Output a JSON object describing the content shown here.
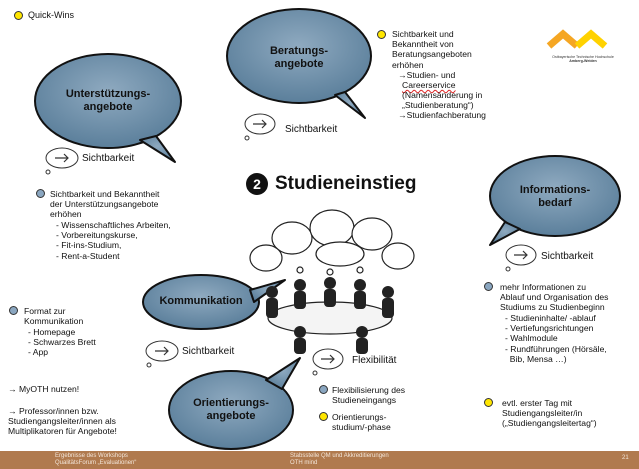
{
  "title": {
    "number": "2",
    "text": "Studieneinstieg"
  },
  "logo": {
    "line1": "Ostbayerische Technische Hochschule",
    "line2": "Amberg-Weiden"
  },
  "bubbles": {
    "beratung": "Beratungs-\nangebote",
    "unterstuetzung": "Unterstützungs-\nangebote",
    "information": "Informations-\nbedarf",
    "kommunikation": "Kommunikation",
    "orientierung": "Orientierungs-\nangebote"
  },
  "sichtbarkeit_label": "Sichtbarkeit",
  "flexibilitaet_label": "Flexibilität",
  "notes": {
    "quickwins": "Quick-Wins",
    "beratung_text": "Sichtbarkeit und\nBekanntheit von\nBeratungsangeboten\nerhöhen",
    "beratung_sub1": "→Studien- und",
    "beratung_sub2": "Careerservice",
    "beratung_sub3": "(Namensänderung in\n„Studienberatung“)",
    "beratung_sub4": "→Studienfachberatung",
    "unterstuetzung_text": "Sichtbarkeit und Bekanntheit\nder Unterstützungsangebote\nerhöhen",
    "unterstuetzung_items": [
      "- Wissenschaftliches Arbeiten,",
      "- Vorbereitungskurse,",
      "- Fit-ins-Studium,",
      "- Rent-a-Student"
    ],
    "kommunikation_text": "Format zur\nKommunikation",
    "kommunikation_items": [
      "- Homepage",
      "- Schwarzes Brett",
      "- App"
    ],
    "myoth": "→ MyOTH nutzen!",
    "professor": "→ Professor/innen bzw.\nStudiengangsleiter/innen als\nMultiplikatoren für Angebote!",
    "flex1": "Flexibilisierung des\nStudieneingangs",
    "flex2": "Orientierungs-\nstudium/-phase",
    "info_text": "mehr Informationen zu\nAblauf und Organisation des\nStudiums zu Studienbeginn",
    "info_items": [
      "- Studieninhalte/ -ablauf",
      "- Vertiefungsrichtungen",
      "- Wahlmodule",
      "- Rundführungen (Hörsäle,\n  Bib, Mensa …)"
    ],
    "erster_tag": "evtl. erster Tag mit\nStudiengangsleiter/in\n(„Studiengangsleitertag“)"
  },
  "footer": {
    "left": "Ergebnisse des Workshops\nQualitätsForum „Evaluationen“",
    "center": "Stabsstelle QM und Akkreditierungen\nOTH mind",
    "page": "21"
  },
  "colors": {
    "bubble": "#5b7f9b",
    "footer": "#b07a4e",
    "logo_orange": "#f5a623",
    "logo_yellow": "#ffd200"
  }
}
